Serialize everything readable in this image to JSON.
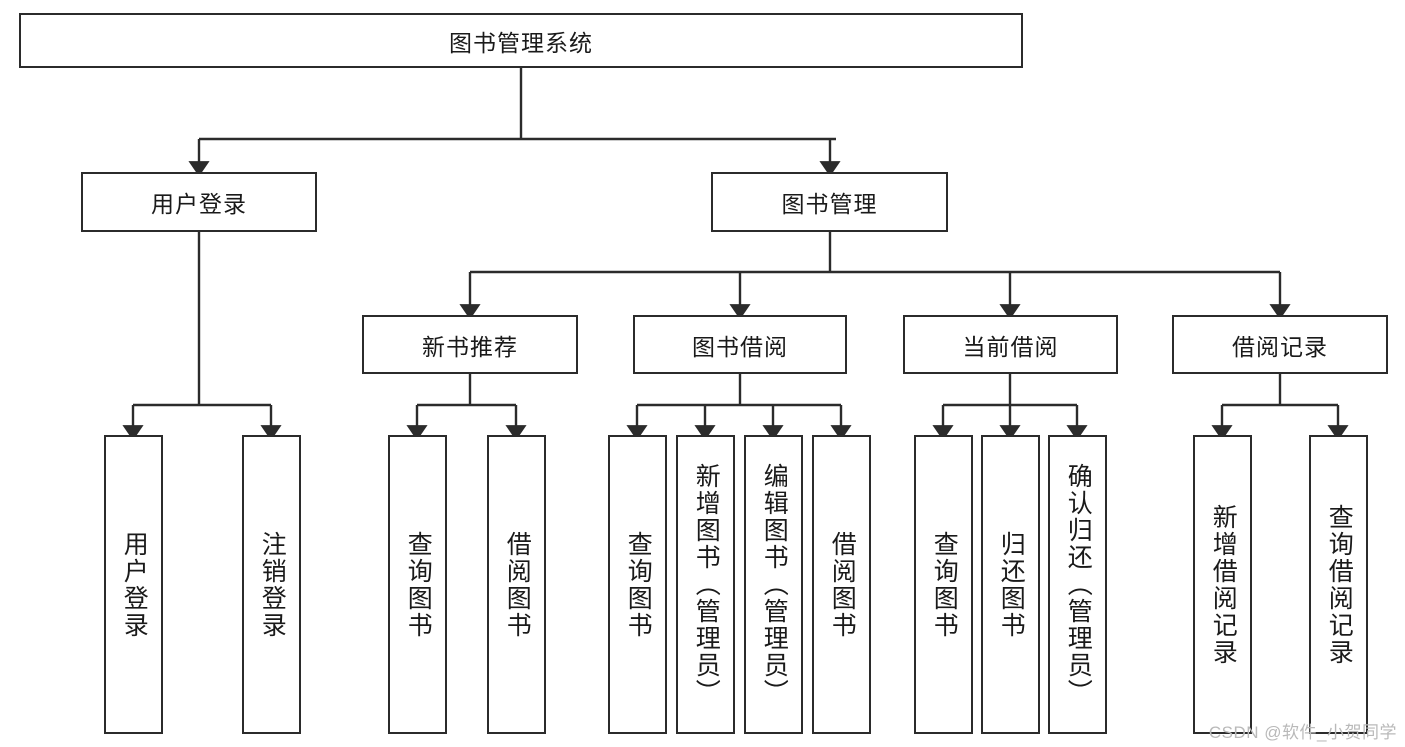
{
  "diagram": {
    "type": "tree",
    "title": "图书管理系统",
    "orientation": "top-down",
    "colors": {
      "background": "#ffffff",
      "box_border": "#2b2b2b",
      "box_fill": "#ffffff",
      "connector": "#2b2b2b",
      "text": "#1a1a1a",
      "watermark": "#b9b9b9"
    },
    "root": {
      "label": "图书管理系统"
    },
    "level2": [
      {
        "label": "用户登录"
      },
      {
        "label": "图书管理"
      }
    ],
    "level3": [
      {
        "label": "新书推荐"
      },
      {
        "label": "图书借阅"
      },
      {
        "label": "当前借阅"
      },
      {
        "label": "借阅记录"
      }
    ],
    "leaves": {
      "user_login": [
        {
          "label": "用户登录"
        },
        {
          "label": "注销登录"
        }
      ],
      "new_book_recommend": [
        {
          "label": "查询图书"
        },
        {
          "label": "借阅图书"
        }
      ],
      "book_borrow": [
        {
          "label": "查询图书"
        },
        {
          "label": "新增图书（管理员）"
        },
        {
          "label": "编辑图书（管理员）"
        },
        {
          "label": "借阅图书"
        }
      ],
      "current_borrow": [
        {
          "label": "查询图书"
        },
        {
          "label": "归还图书"
        },
        {
          "label": "确认归还（管理员）"
        }
      ],
      "borrow_record": [
        {
          "label": "新增借阅记录"
        },
        {
          "label": "查询借阅记录"
        }
      ]
    }
  },
  "watermark": {
    "text": "CSDN @软件_小贺同学"
  }
}
